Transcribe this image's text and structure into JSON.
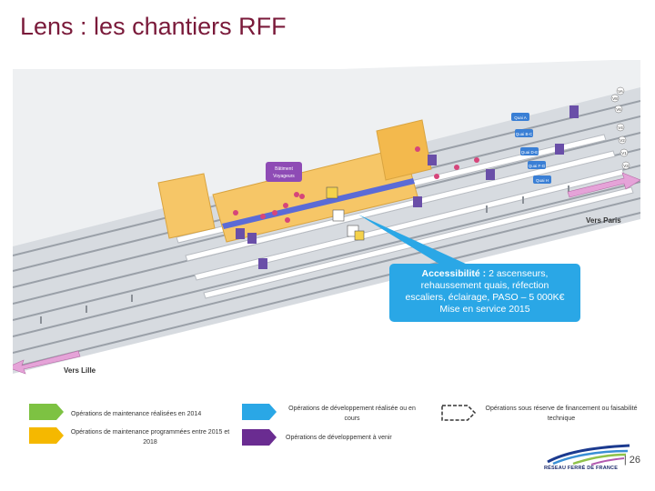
{
  "slide": {
    "title": "Lens : les chantiers RFF",
    "page_number": "| 26"
  },
  "map": {
    "building_label_1": "Bâtiment",
    "building_label_2": "Voyageurs",
    "direction_paris": "Vers Paris",
    "direction_lille": "Vers Lille",
    "quai_labels": [
      "Quai A",
      "Quai B-C",
      "Quai D-E",
      "Quai F-G",
      "Quai H"
    ],
    "voie_labels": [
      "VA",
      "V8",
      "V6",
      "V4",
      "V2",
      "V1",
      "V3"
    ]
  },
  "callout": {
    "bold": "Accessibilité :",
    "line1_rest": " 2 ascenseurs,",
    "line2": "rehaussement quais, réfection",
    "line3": "escaliers, éclairage, PASO – 5 000K€",
    "line4": "Mise en service 2015"
  },
  "legend": {
    "green": "Opérations de maintenance réalisées en 2014",
    "yellow": "Opérations de maintenance programmées entre 2015 et 2018",
    "blue": "Opérations de développement réalisée ou en cours",
    "purple": "Opérations de développement à venir",
    "dashed": "Opérations sous réserve de financement ou faisabilité technique",
    "colors": {
      "green": "#7dc242",
      "yellow": "#f5b800",
      "blue": "#2aa7e6",
      "purple": "#6a2c91"
    }
  },
  "logo": {
    "text": "RÉSEAU FERRÉ DE FRANCE"
  }
}
